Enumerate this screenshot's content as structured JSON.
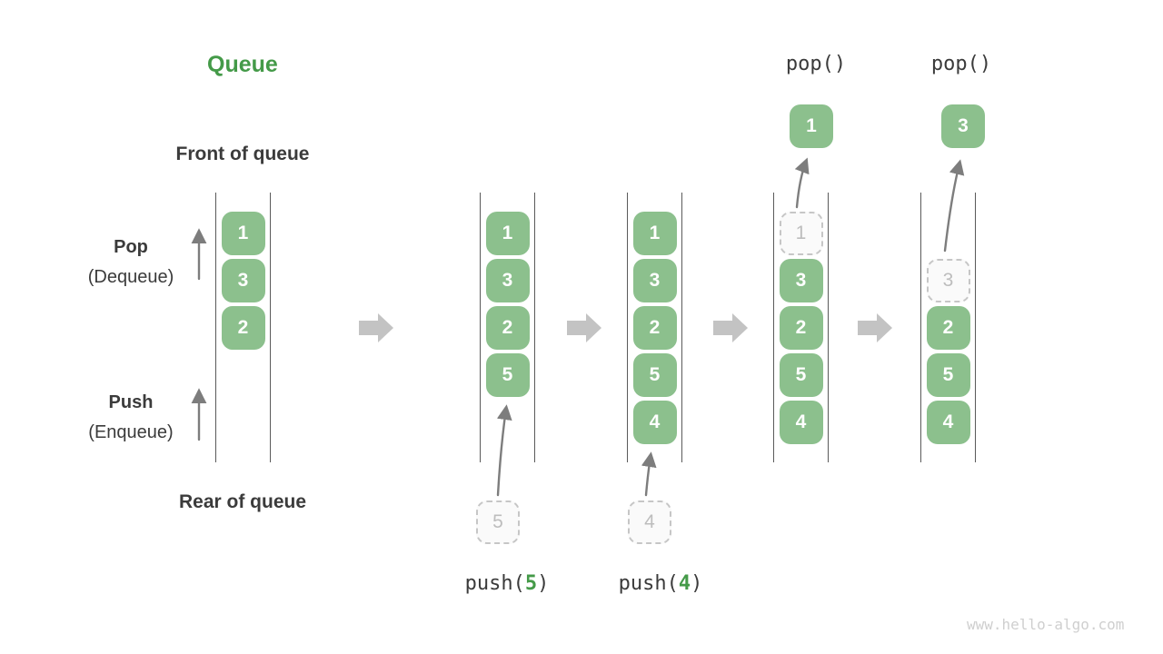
{
  "title": "Queue",
  "side_labels": {
    "front": "Front of queue",
    "rear": "Rear of queue",
    "pop_title": "Pop",
    "pop_sub": "(Dequeue)",
    "push_title": "Push",
    "push_sub": "(Enqueue)"
  },
  "colors": {
    "accent_green": "#449a48",
    "cell_green": "#8cc08d",
    "text_dark": "#3b3b3b",
    "track_line": "#5a5a5a",
    "thin_arrow_gray": "#7d7d7d",
    "step_arrow_gray": "#c3c3c3",
    "ghost_border_gray": "#c6c6c6",
    "watermark_gray": "#cfcfcf"
  },
  "queues": [
    {
      "name": "queue-state-initial",
      "cells": [
        {
          "slot": 1,
          "value": "1",
          "ghost": false
        },
        {
          "slot": 2,
          "value": "3",
          "ghost": false
        },
        {
          "slot": 3,
          "value": "2",
          "ghost": false
        }
      ]
    },
    {
      "name": "queue-state-after-push-5",
      "cells": [
        {
          "slot": 1,
          "value": "1",
          "ghost": false
        },
        {
          "slot": 2,
          "value": "3",
          "ghost": false
        },
        {
          "slot": 3,
          "value": "2",
          "ghost": false
        },
        {
          "slot": 4,
          "value": "5",
          "ghost": false
        }
      ],
      "incoming": "5",
      "op_parts": [
        {
          "t": "push(",
          "accent": false
        },
        {
          "t": "5",
          "accent": true
        },
        {
          "t": ")",
          "accent": false
        }
      ]
    },
    {
      "name": "queue-state-after-push-4",
      "cells": [
        {
          "slot": 1,
          "value": "1",
          "ghost": false
        },
        {
          "slot": 2,
          "value": "3",
          "ghost": false
        },
        {
          "slot": 3,
          "value": "2",
          "ghost": false
        },
        {
          "slot": 4,
          "value": "5",
          "ghost": false
        },
        {
          "slot": 5,
          "value": "4",
          "ghost": false
        }
      ],
      "incoming": "4",
      "op_parts": [
        {
          "t": "push(",
          "accent": false
        },
        {
          "t": "4",
          "accent": true
        },
        {
          "t": ")",
          "accent": false
        }
      ]
    },
    {
      "name": "queue-state-after-pop-1",
      "cells": [
        {
          "slot": 1,
          "value": "1",
          "ghost": true
        },
        {
          "slot": 2,
          "value": "3",
          "ghost": false
        },
        {
          "slot": 3,
          "value": "2",
          "ghost": false
        },
        {
          "slot": 4,
          "value": "5",
          "ghost": false
        },
        {
          "slot": 5,
          "value": "4",
          "ghost": false
        }
      ],
      "popped": "1",
      "op_parts": [
        {
          "t": "pop()",
          "accent": false
        }
      ]
    },
    {
      "name": "queue-state-after-pop-3",
      "cells": [
        {
          "slot": 2,
          "value": "3",
          "ghost": true
        },
        {
          "slot": 3,
          "value": "2",
          "ghost": false
        },
        {
          "slot": 4,
          "value": "5",
          "ghost": false
        },
        {
          "slot": 5,
          "value": "4",
          "ghost": false
        }
      ],
      "popped": "3",
      "op_parts": [
        {
          "t": "pop()",
          "accent": false
        }
      ]
    }
  ],
  "watermark": "www.hello-algo.com"
}
